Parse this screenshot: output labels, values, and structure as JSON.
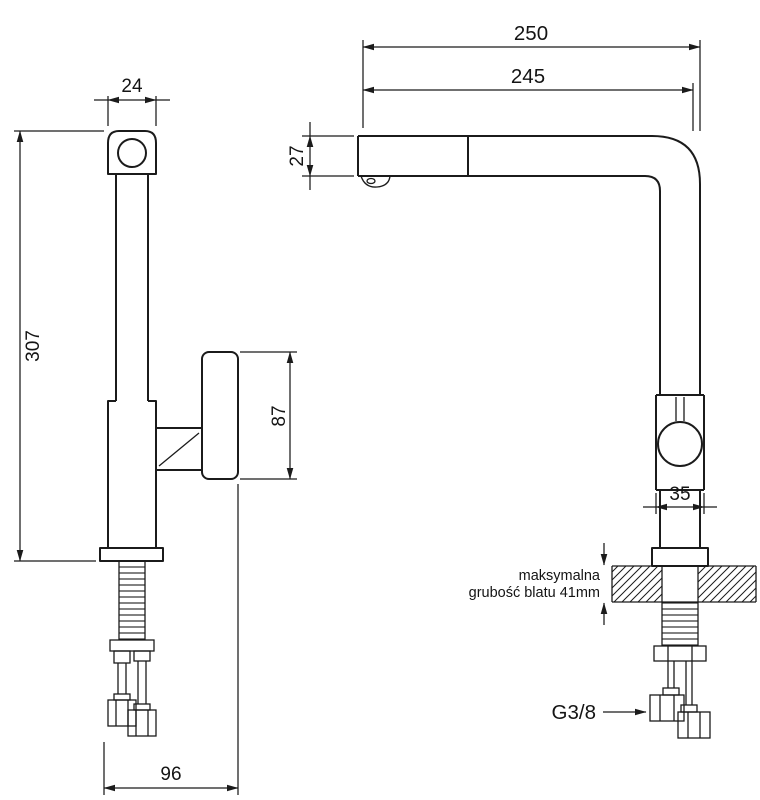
{
  "drawing": {
    "left_view": {
      "dim_top_width": "24",
      "dim_height": "307",
      "dim_handle_height": "87",
      "dim_depth": "96"
    },
    "right_view": {
      "dim_reach_outer": "250",
      "dim_reach_inner": "245",
      "dim_spout_height": "27",
      "dim_body_width": "35",
      "counter_note_line1": "maksymalna",
      "counter_note_line2": "grubość blatu 41mm",
      "thread_label": "G3/8"
    },
    "colors": {
      "line": "#1b1b1b",
      "background": "#ffffff"
    }
  }
}
